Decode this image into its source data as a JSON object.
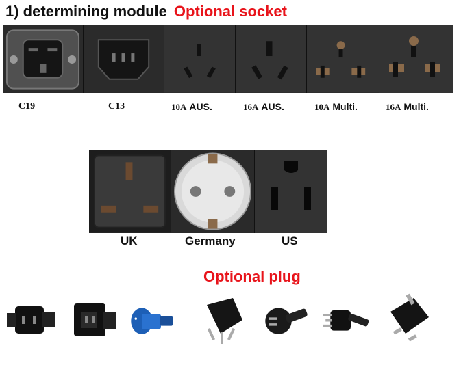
{
  "heading": {
    "prefix": "1) determining module",
    "title": "Optional socket"
  },
  "sockets": [
    {
      "amp": "",
      "label": "C19"
    },
    {
      "amp": "",
      "label": "C13"
    },
    {
      "amp": "10A",
      "label": "AUS."
    },
    {
      "amp": "16A",
      "label": "AUS."
    },
    {
      "amp": "10A",
      "label": "Multi."
    },
    {
      "amp": "16A",
      "label": "Multi."
    }
  ],
  "sockets_row2": [
    {
      "label": "UK"
    },
    {
      "label": "Germany"
    },
    {
      "label": "US"
    }
  ],
  "plug_title": "Optional plug",
  "plugs": [
    "iec-c14-plug-icon",
    "iec-c20-plug-icon",
    "blue-industrial-plug-icon",
    "aus-plug-icon",
    "schuko-plug-icon",
    "us-plug-icon",
    "uk-plug-icon"
  ],
  "colors": {
    "accent": "#e8141b",
    "panel": "#2b2b2b"
  }
}
